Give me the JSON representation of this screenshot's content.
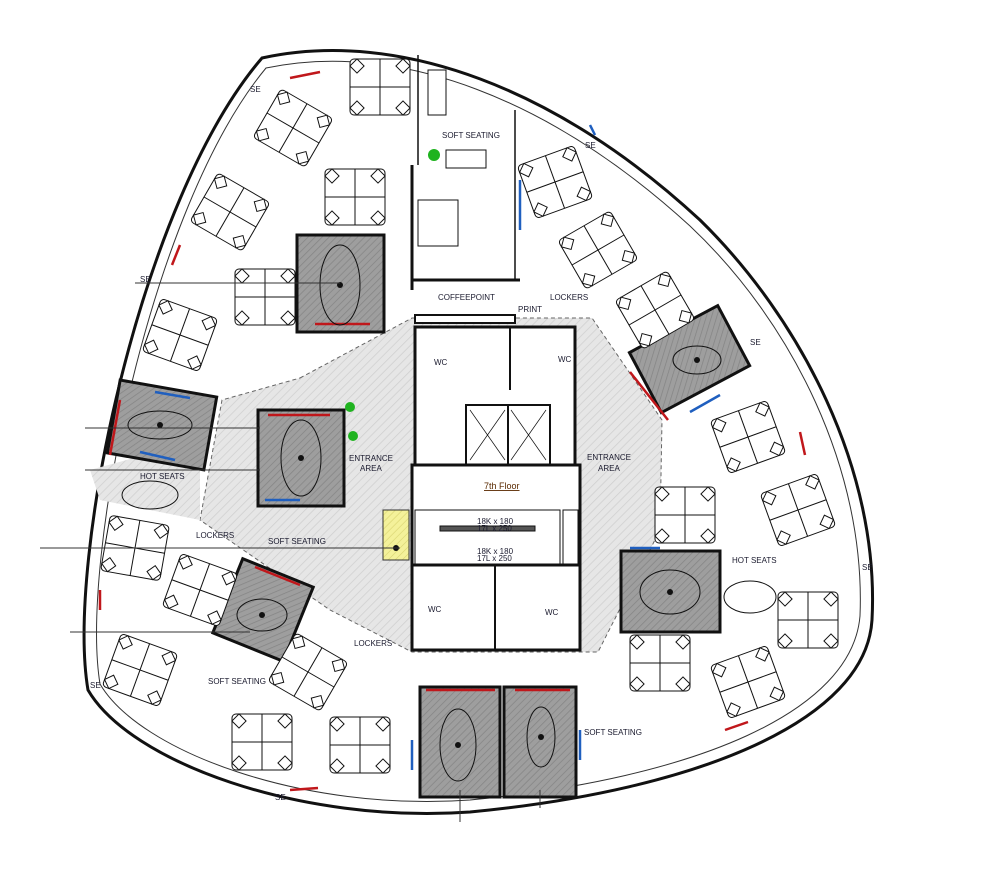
{
  "plan": {
    "floor_label": "7th Floor",
    "labels": {
      "soft_seating_top": "SOFT SEATING",
      "coffeepoint": "COFFEEPOINT",
      "print": "PRINT",
      "lockers_ne": "LOCKERS",
      "wc_1": "WC",
      "wc_2": "WC",
      "wc_3": "WC",
      "wc_4": "WC",
      "entrance_left_1": "ENTRANCE",
      "entrance_left_2": "AREA",
      "entrance_right_1": "ENTRANCE",
      "entrance_right_2": "AREA",
      "hot_seats_left": "HOT SEATS",
      "hot_seats_right": "HOT SEATS",
      "lockers_w": "LOCKERS",
      "lockers_s": "LOCKERS",
      "soft_seating_center": "SOFT SEATING",
      "soft_seating_sw": "SOFT SEATING",
      "soft_seating_s": "SOFT SEATING",
      "stair_1a": "18K x 180",
      "stair_1b": "17L x 250",
      "stair_2a": "18K x 180",
      "stair_2b": "17L x 250",
      "se_1": "SE",
      "se_2": "SE",
      "se_3": "SE",
      "se_4": "SE",
      "se_5": "SE",
      "se_6": "SE",
      "se_7": "SE"
    },
    "colors": {
      "room_fill": "#9a9a9a",
      "circulation": "#e4e4e4",
      "red_accent": "#c0171b",
      "blue_accent": "#1f5fbf",
      "plant": "#1fb31f",
      "stair_yellow": "#f4f19a"
    }
  }
}
